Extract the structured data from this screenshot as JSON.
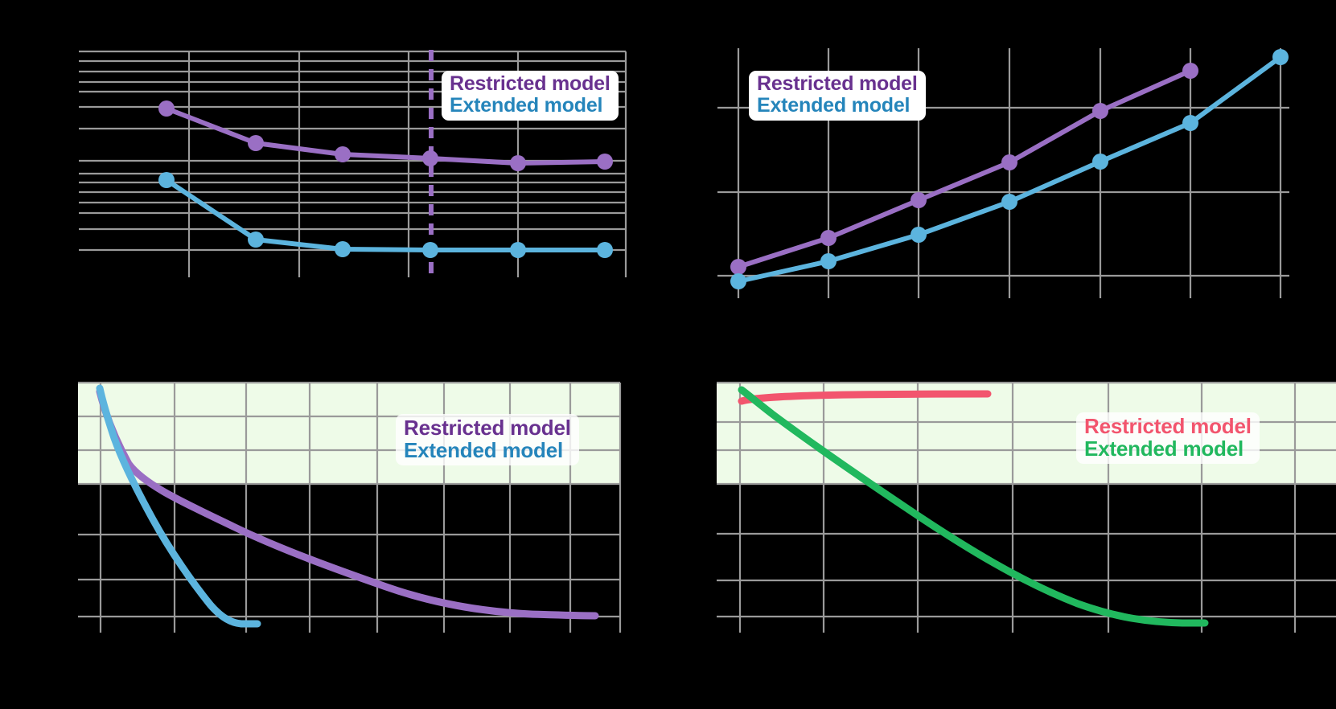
{
  "figure": {
    "background_color": "#000000",
    "grid_color": "#9a9a9a",
    "band_color": "#eefbe8",
    "legend_face_color": "#ffffff"
  },
  "colors": {
    "purple": "#9a6fc4",
    "purple_text": "#68318f",
    "blue": "#5cb4de",
    "blue_text": "#2585bb",
    "pink": "#f2556e",
    "green": "#21b85e"
  },
  "legend_labels": {
    "restricted": "Restricted model",
    "extended": "Extended model"
  },
  "chart_data": [
    {
      "id": "top-left",
      "type": "line",
      "title": "",
      "xlabel": "",
      "ylabel": "",
      "xscale": "linear",
      "yscale": "log",
      "grid": true,
      "legend_position": "upper right",
      "xlim": [
        0,
        7
      ],
      "ylim_log_decades": 2,
      "x": [
        1,
        2,
        3,
        4,
        5,
        6
      ],
      "series": [
        {
          "name": "Restricted model",
          "color": "#9a6fc4",
          "marker": "circle",
          "values": [
            1.0,
            0.62,
            0.5,
            0.45,
            0.43,
            0.43
          ]
        },
        {
          "name": "Extended model",
          "color": "#5cb4de",
          "marker": "circle",
          "values": [
            0.3,
            0.152,
            0.138,
            0.136,
            0.136,
            0.136
          ]
        }
      ],
      "annotations": [
        {
          "type": "vertical-dashed-line",
          "x": 4,
          "color": "#9a6fc4"
        }
      ]
    },
    {
      "id": "top-right",
      "type": "line",
      "title": "",
      "xlabel": "",
      "ylabel": "",
      "xscale": "linear",
      "yscale": "linear",
      "grid": true,
      "legend_position": "upper left",
      "xlim": [
        0,
        7
      ],
      "ylim": [
        0,
        100
      ],
      "x": [
        1,
        2,
        3,
        4,
        5,
        6
      ],
      "series": [
        {
          "name": "Restricted model",
          "color": "#9a6fc4",
          "marker": "circle",
          "values": [
            8,
            24,
            42,
            55,
            74,
            93
          ]
        },
        {
          "name": "Extended model",
          "color": "#5cb4de",
          "marker": "circle",
          "values": [
            5,
            20,
            32,
            47,
            62,
            80,
            97
          ]
        }
      ]
    },
    {
      "id": "bottom-left",
      "type": "line",
      "title": "",
      "xlabel": "",
      "ylabel": "",
      "xscale": "linear",
      "yscale": "linear",
      "grid": true,
      "legend_position": "center right",
      "shaded_band": {
        "color": "#eefbe8",
        "y_from": 0.625,
        "y_to": 1.0
      },
      "series": [
        {
          "name": "Restricted model",
          "color": "#9a6fc4",
          "x": [
            0.03,
            0.06,
            0.1,
            0.16,
            0.25,
            0.36,
            0.48,
            0.6,
            0.72,
            0.84,
            0.95,
            1.0
          ],
          "values": [
            0.98,
            0.88,
            0.8,
            0.75,
            0.68,
            0.6,
            0.5,
            0.38,
            0.26,
            0.19,
            0.16,
            0.155
          ]
        },
        {
          "name": "Extended model",
          "color": "#5cb4de",
          "x": [
            0.02,
            0.04,
            0.06,
            0.09,
            0.12,
            0.16,
            0.2,
            0.24,
            0.28,
            0.32
          ],
          "values": [
            1.0,
            0.88,
            0.78,
            0.68,
            0.52,
            0.38,
            0.24,
            0.12,
            0.06,
            0.055
          ]
        }
      ]
    },
    {
      "id": "bottom-right",
      "type": "line",
      "title": "",
      "xlabel": "",
      "ylabel": "",
      "xscale": "linear",
      "yscale": "linear",
      "grid": true,
      "legend_position": "center right",
      "shaded_band": {
        "color": "#eefbe8",
        "y_from": 0.625,
        "y_to": 1.0
      },
      "series": [
        {
          "name": "Restricted model",
          "color": "#f2556e",
          "x": [
            0.03,
            0.1,
            0.2,
            0.3,
            0.4,
            0.5
          ],
          "values": [
            0.95,
            0.95,
            0.95,
            0.95,
            0.95,
            0.95
          ]
        },
        {
          "name": "Extended model",
          "color": "#21b85e",
          "x": [
            0.02,
            0.08,
            0.16,
            0.26,
            0.38,
            0.5,
            0.62,
            0.74,
            0.84,
            0.92,
            0.97,
            1.0
          ],
          "values": [
            1.0,
            0.9,
            0.8,
            0.7,
            0.6,
            0.5,
            0.4,
            0.28,
            0.17,
            0.1,
            0.07,
            0.065
          ]
        }
      ]
    }
  ]
}
